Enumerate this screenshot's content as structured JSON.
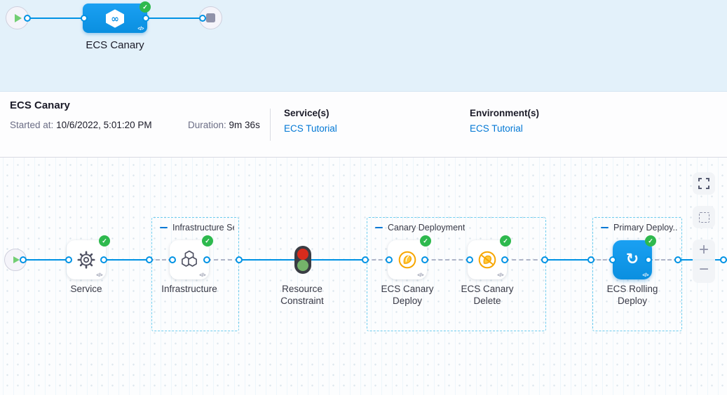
{
  "minimap": {
    "stage_label": "ECS Canary"
  },
  "run_header": {
    "title": "ECS Canary",
    "started_label": "Started at:",
    "started_value": "10/6/2022, 5:01:20 PM",
    "duration_label": "Duration:",
    "duration_value": "9m 36s",
    "services_label": "Service(s)",
    "services_link": "ECS Tutorial",
    "environments_label": "Environment(s)",
    "environments_link": "ECS Tutorial"
  },
  "graph": {
    "groups": [
      {
        "label": "Infrastructure Se..."
      },
      {
        "label": "Canary Deployment"
      },
      {
        "label": "Primary Deploy..."
      }
    ],
    "nodes": [
      {
        "label": "Service",
        "icon": "gear",
        "status": "success"
      },
      {
        "label": "Infrastructure",
        "icon": "hexagon-cluster",
        "status": "success"
      },
      {
        "label": "Resource Constraint",
        "icon": "traffic-light",
        "status": "passed"
      },
      {
        "label": "ECS Canary Deploy",
        "icon": "canary-bird",
        "status": "success"
      },
      {
        "label": "ECS Canary Delete",
        "icon": "canary-bird-delete",
        "status": "success"
      },
      {
        "label": "ECS Rolling Deploy",
        "icon": "rolling-arrow",
        "status": "success"
      }
    ],
    "check_glyph": "✓",
    "code_glyph": "</>",
    "infinity_glyph": "∞",
    "rolling_glyph": "↻",
    "zoom_in_glyph": "+",
    "zoom_out_glyph": "−"
  },
  "colors": {
    "edge_blue": "#0092e4",
    "link_blue": "#0278d5",
    "success_green": "#2eb94e",
    "canary_yellow": "#f7a600",
    "node_blue": "#0d95e9",
    "minimap_bg": "#e3f1fa"
  }
}
